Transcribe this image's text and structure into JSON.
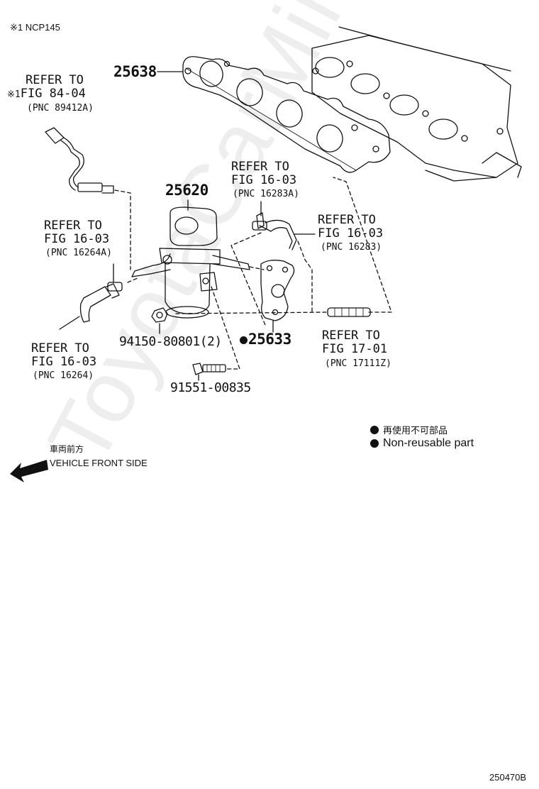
{
  "header": {
    "variant_note": "※1 NCP145"
  },
  "parts": {
    "manifold_gasket": "25638",
    "egr_valve": "25620",
    "egr_gasket": "25633",
    "nut": "94150-80801(2)",
    "bolt": "91551-00835"
  },
  "refs": {
    "sensor": {
      "line1": "REFER TO",
      "line2": "FIG 84-04",
      "mark": "※1",
      "pnc": "(PNC 89412A)"
    },
    "hose_top": {
      "line1": "REFER TO",
      "line2": "FIG 16-03",
      "pnc": "(PNC 16283A)"
    },
    "hose_right": {
      "line1": "REFER TO",
      "line2": "FIG 16-03",
      "pnc": "(PNC 16283)"
    },
    "clamp_left": {
      "line1": "REFER TO",
      "line2": "FIG 16-03",
      "pnc": "(PNC 16264A)"
    },
    "hose_left": {
      "line1": "REFER TO",
      "line2": "FIG 16-03",
      "pnc": "(PNC 16264)"
    },
    "stud": {
      "line1": "REFER TO",
      "line2": "FIG 17-01",
      "pnc": "(PNC 17111Z)"
    }
  },
  "legend": {
    "jp": "再使用不可部品",
    "en": "Non-reusable part"
  },
  "direction": {
    "jp": "車両前方",
    "en": "VEHICLE FRONT SIDE"
  },
  "watermark": "ToyotaCarMine.ru",
  "figure_id": "250470B",
  "colors": {
    "ink": "#111111",
    "watermark": "#d8d8d8"
  }
}
